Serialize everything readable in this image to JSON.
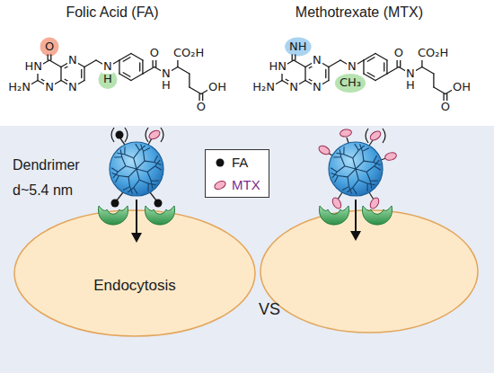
{
  "diagram": {
    "nodes": [
      {
        "text": [
          "Dendrimer d~5.4 nm",
          "VS"
        ]
      },
      {
        "text": [
          "Endocytosis"
        ],
        "in": 0
      }
    ],
    "labels": [
      "Folic Acid (FA)",
      "O",
      "HN",
      "H₂N",
      "N",
      "N",
      "N",
      "N",
      "H",
      "O",
      "N",
      "H",
      "CO₂H",
      "O",
      "OH",
      "Methotrexate (MTX)",
      "NH",
      "HN",
      "H₂N",
      "N",
      "N",
      "N",
      "N",
      "CH₃",
      "O",
      "N",
      "H",
      "CO₂H",
      "O",
      "OH"
    ],
    "legend": [
      {
        "text": "FA"
      },
      {
        "text": "MTX"
      }
    ]
  }
}
